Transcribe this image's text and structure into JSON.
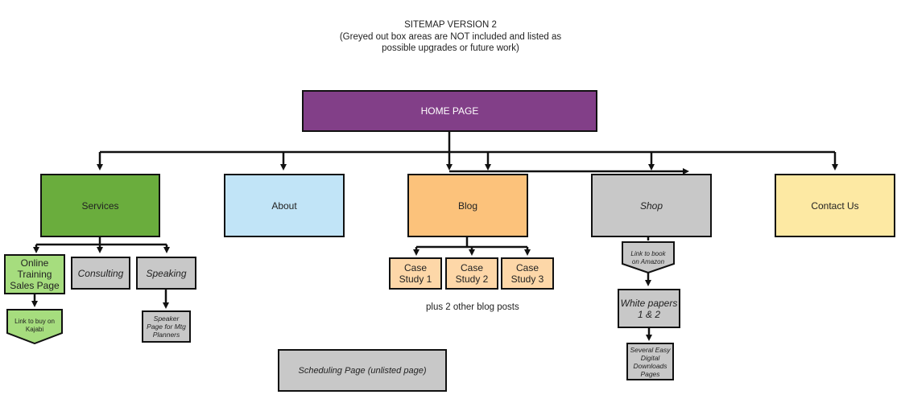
{
  "header": {
    "title": "SITEMAP VERSION 2",
    "subtitle_line1": "(Greyed out box areas are NOT included and listed as",
    "subtitle_line2": "possible upgrades or future work)"
  },
  "colors": {
    "home": "#823f88",
    "services": "#6aad3d",
    "online_training": "#a6dd7e",
    "about": "#c1e4f7",
    "blog": "#fcc27b",
    "case_study": "#fdd7a8",
    "shop": "#c8c8c8",
    "contact": "#fde9a3",
    "grey": "#c8c8c8",
    "line": "#111111"
  },
  "nodes": {
    "home": "HOME PAGE",
    "services": "Services",
    "about": "About",
    "blog": "Blog",
    "shop": "Shop",
    "contact": "Contact Us",
    "online_training_1": "Online",
    "online_training_2": "Training",
    "online_training_3": "Sales Page",
    "consulting": "Consulting",
    "speaking": "Speaking",
    "kajabi_1": "Link to buy on",
    "kajabi_2": "Kajabi",
    "speaker_1": "Speaker",
    "speaker_2": "Page for Mtg",
    "speaker_3": "Planners",
    "case_study_1_a": "Case",
    "case_study_1_b": "Study 1",
    "case_study_2_a": "Case",
    "case_study_2_b": "Study 2",
    "case_study_3_a": "Case",
    "case_study_3_b": "Study 3",
    "blog_note": "plus 2 other blog posts",
    "amazon_1": "Link to book",
    "amazon_2": "on Amazon",
    "white_papers_1": "White papers",
    "white_papers_2": "1 & 2",
    "downloads_1": "Several Easy",
    "downloads_2": "Digital",
    "downloads_3": "Downloads",
    "downloads_4": "Pages",
    "scheduling": "Scheduling Page (unlisted page)"
  }
}
